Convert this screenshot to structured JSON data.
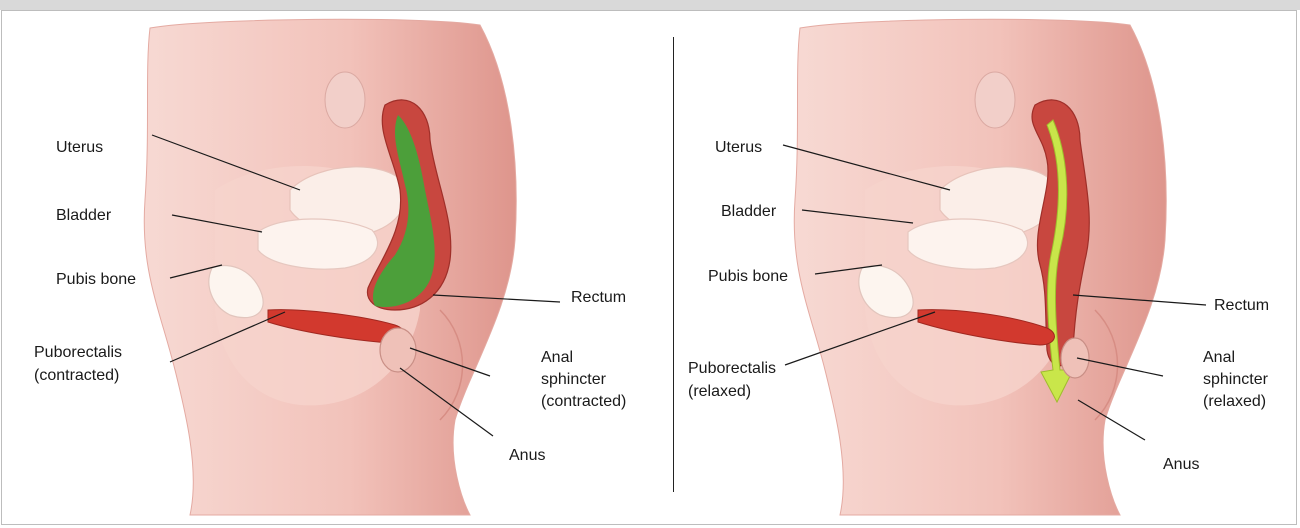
{
  "left_panel": {
    "labels": {
      "uterus": "Uterus",
      "bladder": "Bladder",
      "pubis": "Pubis bone",
      "puborectalis_1": "Puborectalis",
      "puborectalis_2": "(contracted)",
      "rectum": "Rectum",
      "sphincter_1": "Anal",
      "sphincter_2": "sphincter",
      "sphincter_3": "(contracted)",
      "anus": "Anus"
    }
  },
  "right_panel": {
    "labels": {
      "uterus": "Uterus",
      "bladder": "Bladder",
      "pubis": "Pubis bone",
      "puborectalis_1": "Puborectalis",
      "puborectalis_2": "(relaxed)",
      "rectum": "Rectum",
      "sphincter_1": "Anal",
      "sphincter_2": "sphincter",
      "sphincter_3": "(relaxed)",
      "anus": "Anus"
    }
  },
  "colors": {
    "skin": "#f3c9c2",
    "skin_dark": "#e19c94",
    "organ_pale": "#fbe9e2",
    "muscle": "#d2392e",
    "rectum": "#c8473f",
    "stool": "#3ea83a",
    "arrow": "#c9e64a"
  }
}
